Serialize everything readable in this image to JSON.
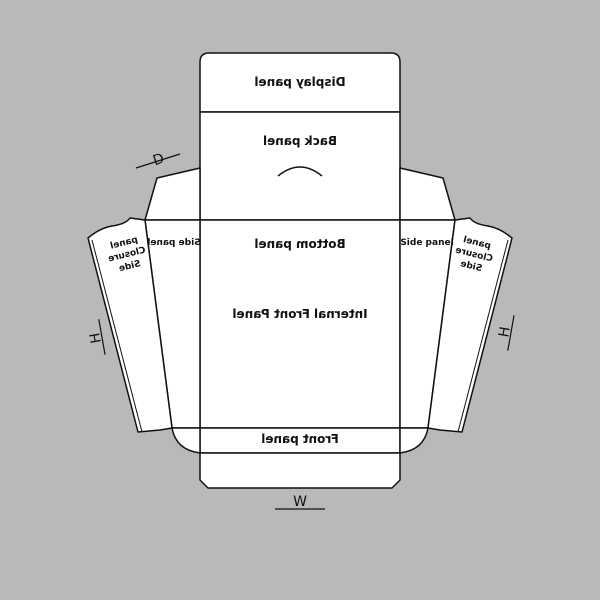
{
  "panels": {
    "display": "Display panel",
    "back": "Back panel",
    "bottom": "Bottom panel",
    "internal_front": "Internal Front Panel",
    "front": "Front panel",
    "side_left": "Side panel",
    "side_right": "Side panel",
    "closure_left": [
      "panel",
      "Closure",
      "Side"
    ],
    "closure_right": [
      "panel",
      "Closure",
      "Side"
    ]
  },
  "dimensions": {
    "depth": "D",
    "height_left": "H",
    "height_right": "H",
    "width": "W"
  },
  "colors": {
    "background": "#b9b9b9",
    "panel_fill": "#ffffff",
    "line": "#111111"
  }
}
